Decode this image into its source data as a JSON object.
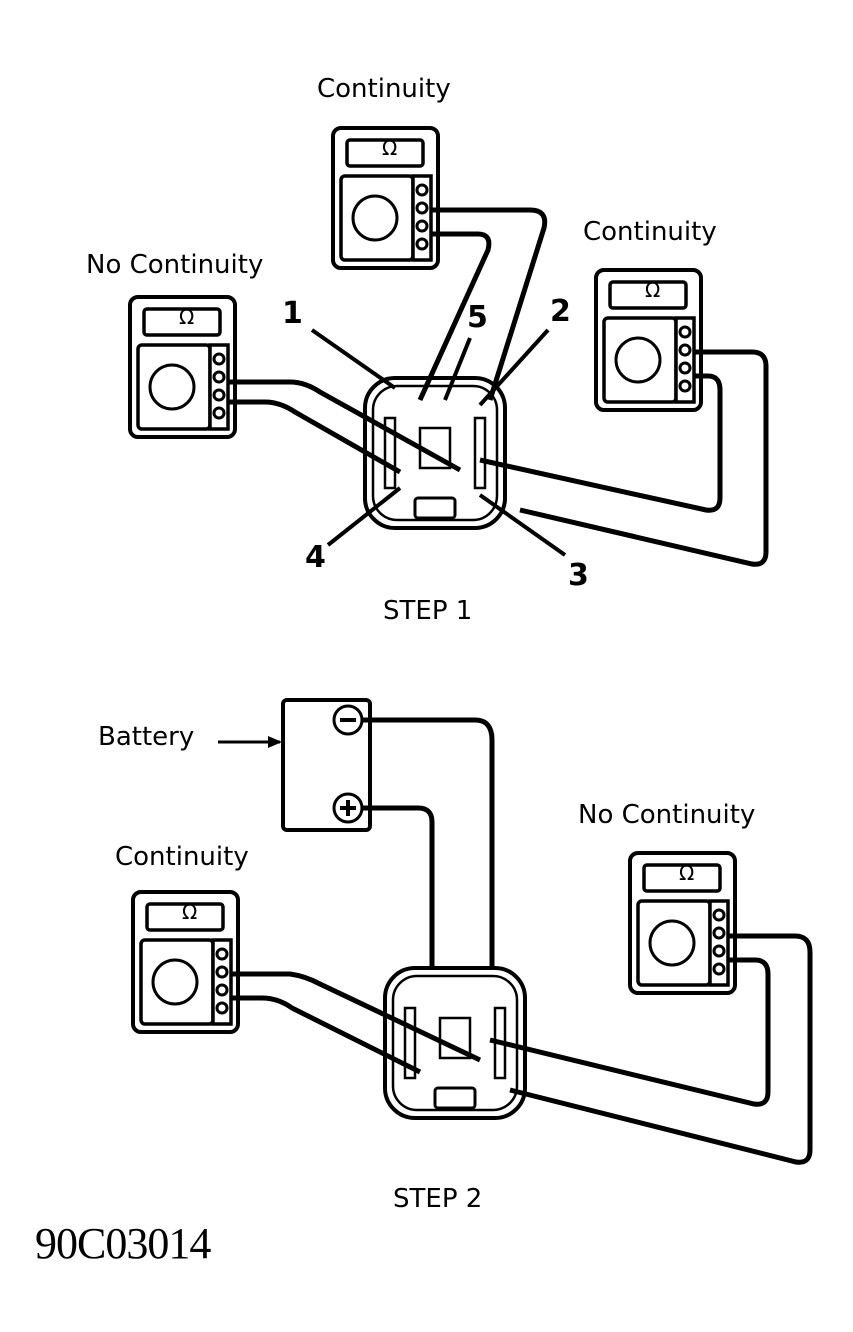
{
  "figure_code": "90C03014",
  "step1": {
    "title": "STEP 1",
    "meters": [
      {
        "id": "top",
        "label": "Continuity",
        "symbol": "Ω"
      },
      {
        "id": "left",
        "label": "No Continuity",
        "symbol": "Ω"
      },
      {
        "id": "right",
        "label": "Continuity",
        "symbol": "Ω"
      }
    ],
    "terminals": [
      "1",
      "2",
      "3",
      "4",
      "5"
    ]
  },
  "step2": {
    "title": "STEP 2",
    "battery_label": "Battery",
    "battery_neg": "−",
    "battery_pos": "+",
    "meters": [
      {
        "id": "left",
        "label": "Continuity",
        "symbol": "Ω"
      },
      {
        "id": "right",
        "label": "No Continuity",
        "symbol": "Ω"
      }
    ]
  },
  "colors": {
    "ink": "#000000",
    "paper": "#ffffff"
  }
}
